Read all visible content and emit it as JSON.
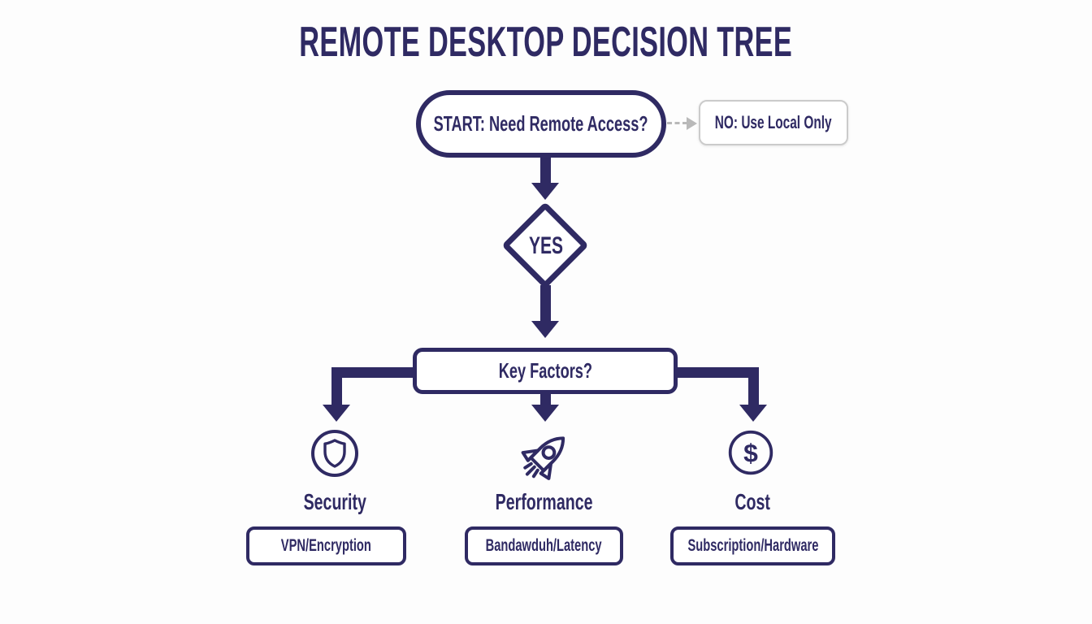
{
  "title": "REMOTE DESKTOP DECISION TREE",
  "colors": {
    "navy": "#2f2a63",
    "gray_box_border": "#cbcbcb",
    "gray_dashed_arrow": "#b9b9b9",
    "background": "#fdfdfd"
  },
  "flow": {
    "start": "START: Need Remote Access?",
    "no": "NO: Use Local Only",
    "decision": "YES",
    "question": "Key Factors?"
  },
  "branches": [
    {
      "icon": "shield-icon",
      "label": "Security",
      "detail": "VPN/Encryption"
    },
    {
      "icon": "rocket-icon",
      "label": "Performance",
      "detail": "Bandawduh/Latency"
    },
    {
      "icon": "dollar-icon",
      "label": "Cost",
      "detail": "Subscription/Hardware"
    }
  ]
}
